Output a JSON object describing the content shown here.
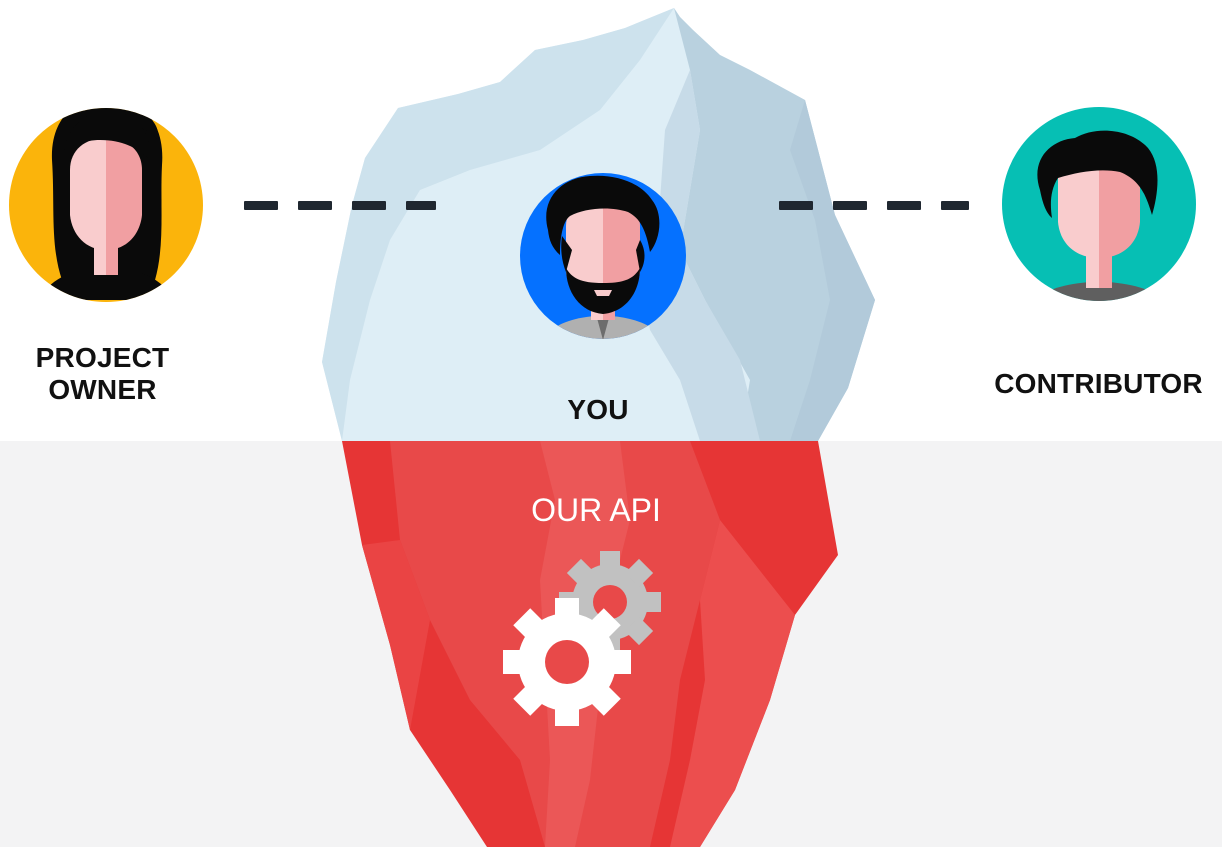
{
  "roles": {
    "project_owner": {
      "line1": "PROJECT",
      "line2": "OWNER"
    },
    "you": {
      "label": "YOU"
    },
    "contributor": {
      "label": "CONTRIBUTOR"
    }
  },
  "api": {
    "label": "OUR API"
  },
  "colors": {
    "above_water_bg": "#ffffff",
    "below_water_bg": "#f3f3f4",
    "iceberg_light": "#deeef6",
    "iceberg_shadow": "#b9d1df",
    "iceberg_submerged": "#e63535",
    "owner_avatar_bg": "#fbb40b",
    "you_avatar_bg": "#0571ff",
    "contributor_avatar_bg": "#06bfb4",
    "skin_light": "#f9cccd",
    "skin_shadow": "#f19fa2",
    "hair": "#0a0a0a",
    "connector": "#1f2730",
    "gear_primary": "#ffffff",
    "gear_secondary": "#c1c1c1"
  },
  "icons": {
    "owner_avatar": "woman-avatar-icon",
    "you_avatar": "bearded-man-avatar-icon",
    "contributor_avatar": "man-avatar-icon",
    "gears": "gears-icon"
  }
}
